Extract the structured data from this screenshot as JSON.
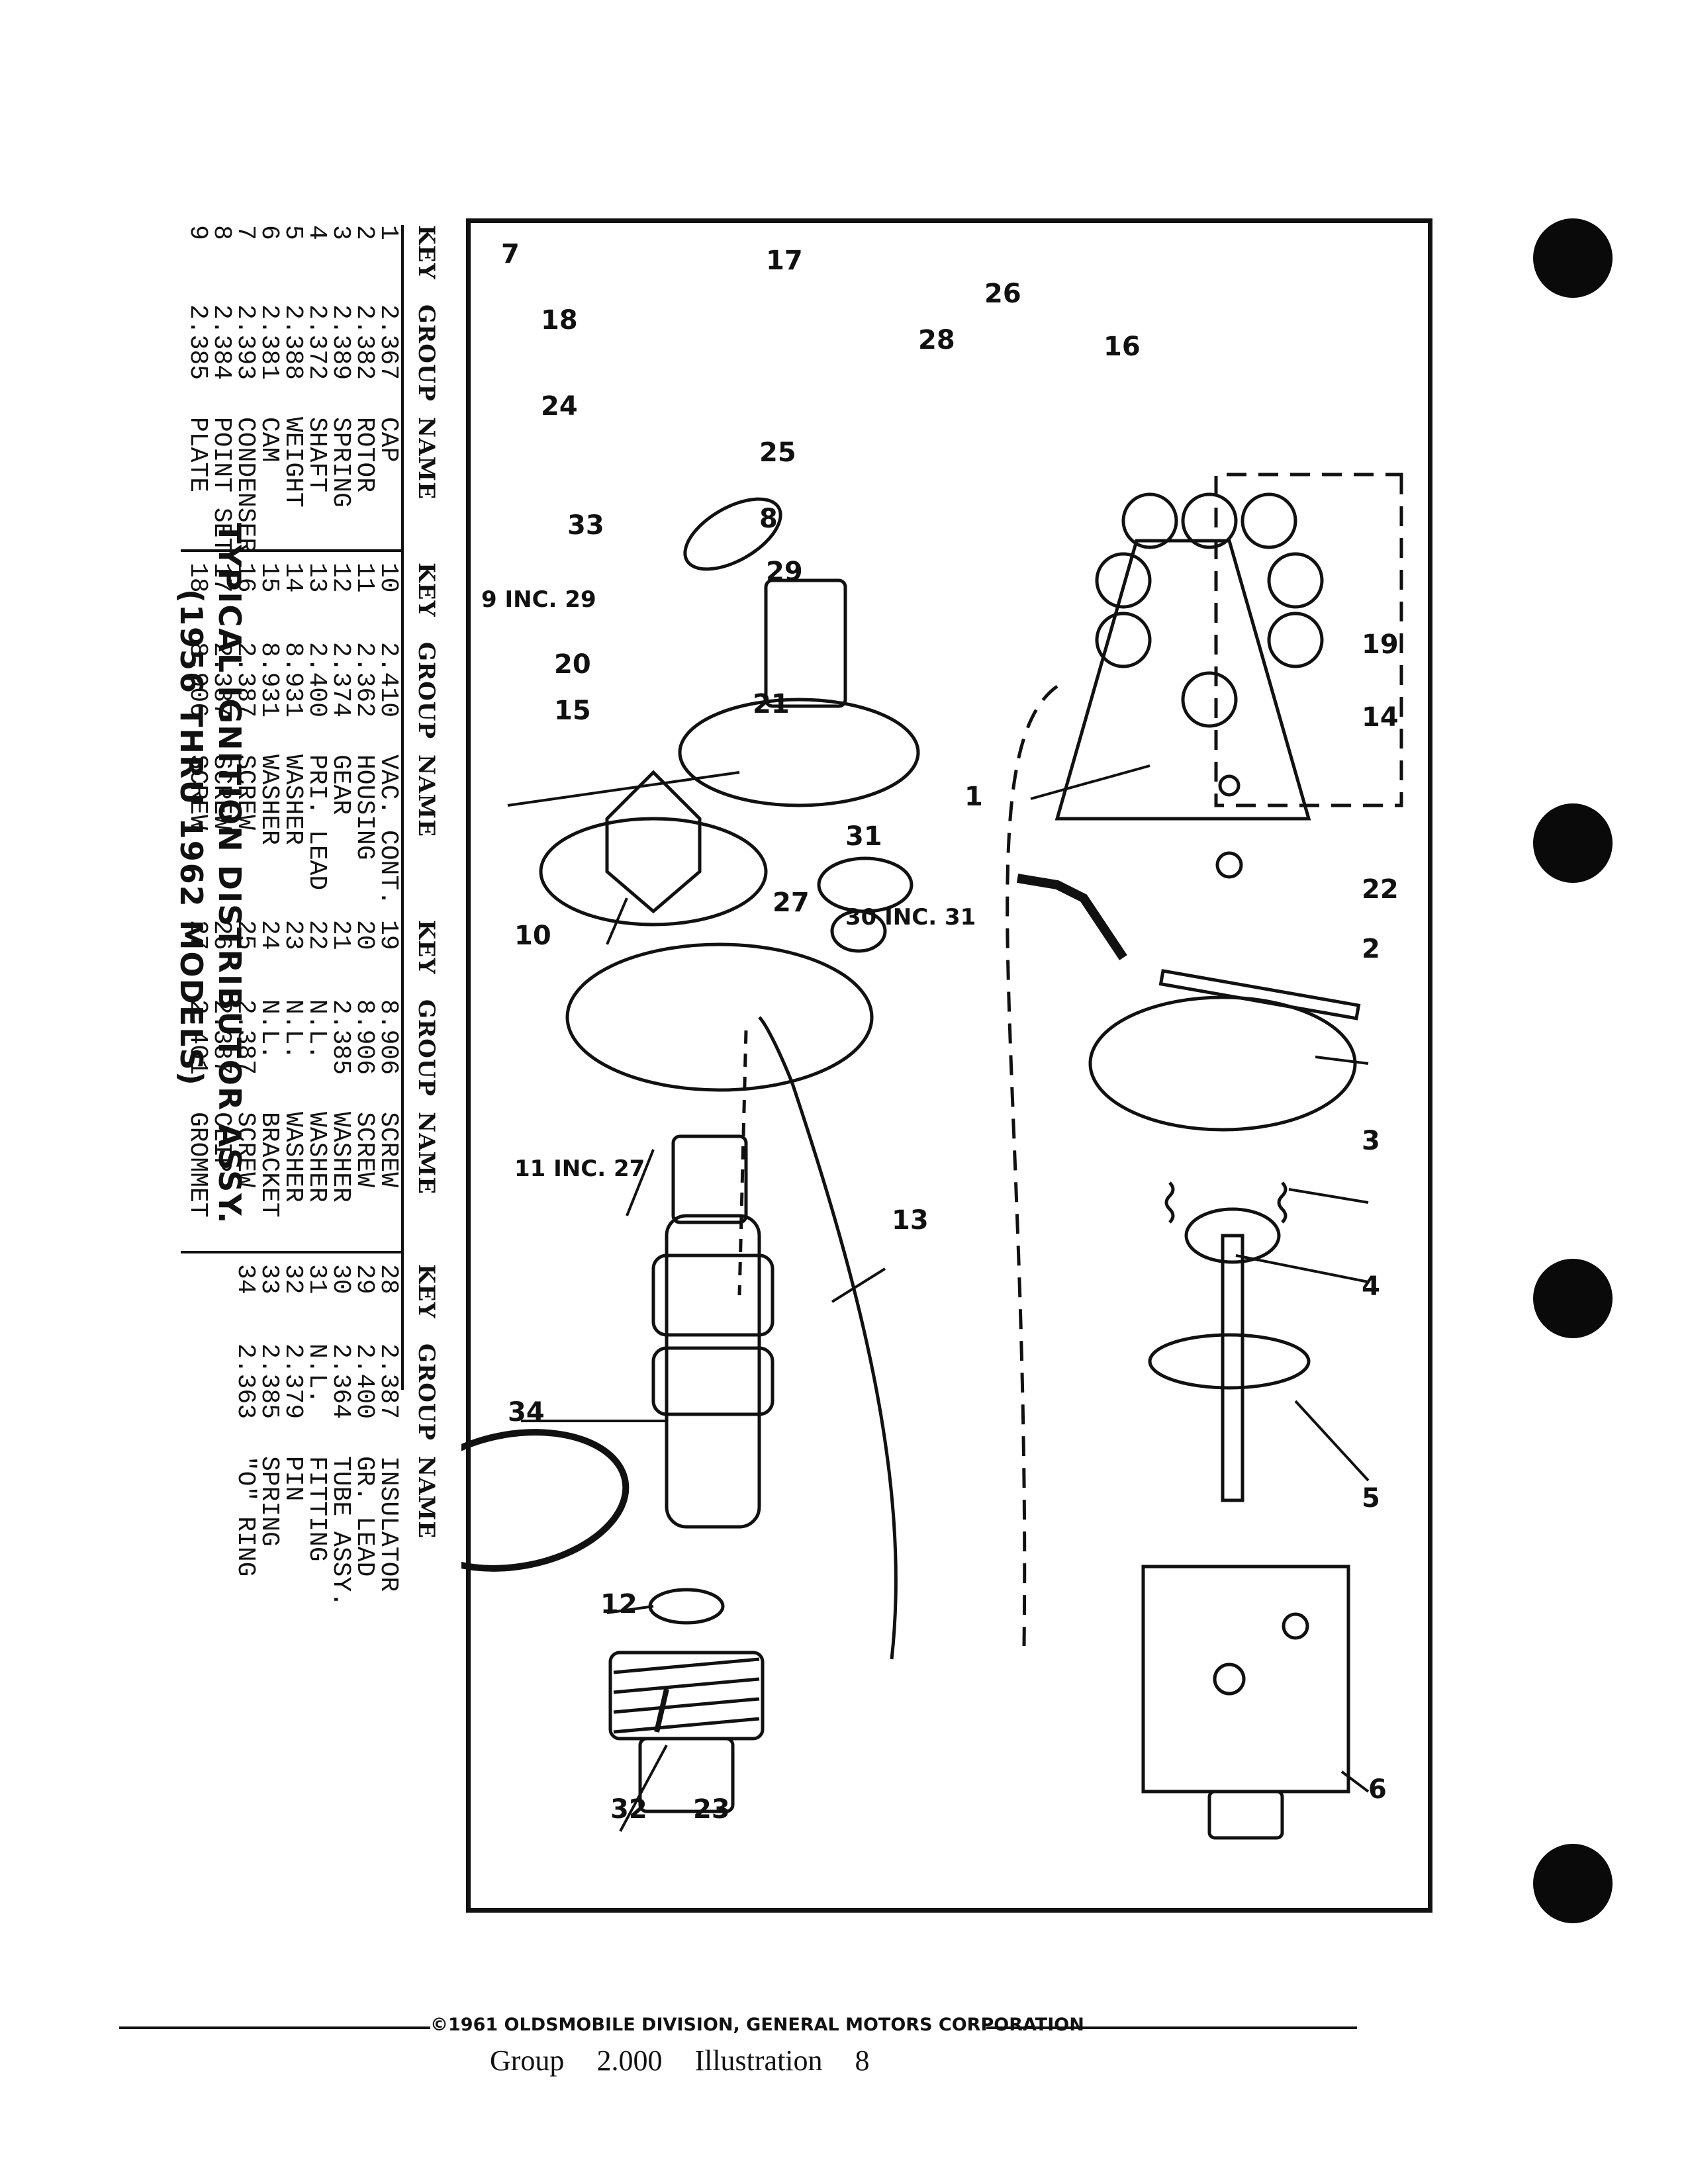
{
  "callouts": {
    "c1": "1",
    "c2": "2",
    "c3": "3",
    "c4": "4",
    "c5": "5",
    "c6": "6",
    "c7": "7",
    "c8": "8",
    "c9": "9 INC. 29",
    "c10": "10",
    "c11": "11 INC. 27",
    "c12": "12",
    "c13": "13",
    "c14": "14",
    "c15": "15",
    "c16": "16",
    "c17": "17",
    "c18": "18",
    "c19": "19",
    "c20": "20",
    "c21": "21",
    "c22": "22",
    "c23": "23",
    "c24": "24",
    "c25": "25",
    "c26": "26",
    "c27": "27",
    "c28": "28",
    "c29": "29",
    "c30": "30 INC. 31",
    "c31": "31",
    "c32": "32",
    "c33": "33",
    "c34": "34"
  },
  "table": {
    "headers": {
      "key": "KEY",
      "group": "GROUP",
      "name": "NAME"
    },
    "columns": [
      [
        {
          "key": "1",
          "group": "2.367",
          "name": "CAP"
        },
        {
          "key": "2",
          "group": "2.382",
          "name": "ROTOR"
        },
        {
          "key": "3",
          "group": "2.389",
          "name": "SPRING"
        },
        {
          "key": "4",
          "group": "2.372",
          "name": "SHAFT"
        },
        {
          "key": "5",
          "group": "2.388",
          "name": "WEIGHT"
        },
        {
          "key": "6",
          "group": "2.381",
          "name": "CAM"
        },
        {
          "key": "7",
          "group": "2.393",
          "name": "CONDENSER"
        },
        {
          "key": "8",
          "group": "2.384",
          "name": "POINT SET"
        },
        {
          "key": "9",
          "group": "2.385",
          "name": "PLATE"
        }
      ],
      [
        {
          "key": "10",
          "group": "2.410",
          "name": "VAC. CONT."
        },
        {
          "key": "11",
          "group": "2.362",
          "name": "HOUSING"
        },
        {
          "key": "12",
          "group": "2.374",
          "name": "GEAR"
        },
        {
          "key": "13",
          "group": "2.400",
          "name": "PRI. LEAD"
        },
        {
          "key": "14",
          "group": "8.931",
          "name": "WASHER"
        },
        {
          "key": "15",
          "group": "8.931",
          "name": "WASHER"
        },
        {
          "key": "16",
          "group": "2.387",
          "name": "SCREW"
        },
        {
          "key": "17",
          "group": "2.387",
          "name": "SCREW"
        },
        {
          "key": "18",
          "group": "8.906",
          "name": "SCREW"
        }
      ],
      [
        {
          "key": "19",
          "group": "8.906",
          "name": "SCREW"
        },
        {
          "key": "20",
          "group": "8.906",
          "name": "SCREW"
        },
        {
          "key": "21",
          "group": "2.385",
          "name": "WASHER"
        },
        {
          "key": "22",
          "group": "N.L.",
          "name": "WASHER"
        },
        {
          "key": "23",
          "group": "N.L.",
          "name": "WASHER"
        },
        {
          "key": "24",
          "group": "N.L.",
          "name": "BRACKET"
        },
        {
          "key": "25",
          "group": "2.387",
          "name": "SCREW"
        },
        {
          "key": "26",
          "group": "2.387",
          "name": "CLIP"
        },
        {
          "key": "27",
          "group": "2.401",
          "name": "GROMMET"
        }
      ],
      [
        {
          "key": "28",
          "group": "2.387",
          "name": "INSULATOR"
        },
        {
          "key": "29",
          "group": "2.400",
          "name": "GR. LEAD"
        },
        {
          "key": "30",
          "group": "2.364",
          "name": "TUBE ASSY."
        },
        {
          "key": "31",
          "group": "N.L.",
          "name": "FITTING"
        },
        {
          "key": "32",
          "group": "2.379",
          "name": "PIN"
        },
        {
          "key": "33",
          "group": "2.385",
          "name": "SPRING"
        },
        {
          "key": "34",
          "group": "2.363",
          "name": "\"O\" RING"
        }
      ]
    ]
  },
  "title": {
    "line1": "TYPICAL IGNITION DISTRIBUTOR ASSY.",
    "line2": "(1956 THRU 1962 MODELS)"
  },
  "footer": {
    "copyright": "©1961 OLDSMOBILE DIVISION, GENERAL MOTORS CORPORATION",
    "group_label": "Group",
    "group_value": "2.000",
    "illustration_label": "Illustration",
    "illustration_value": "8"
  }
}
